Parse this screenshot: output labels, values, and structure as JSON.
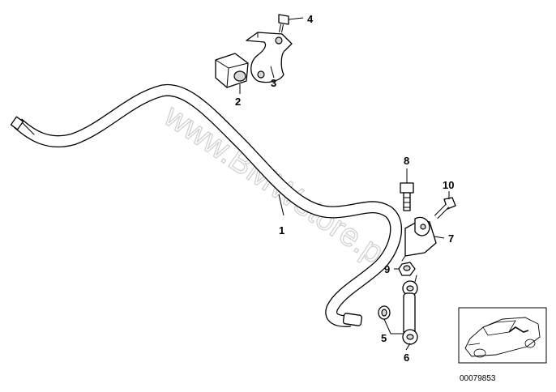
{
  "watermark": "www.BMWstore.pl",
  "diagram_number": "00079853",
  "callouts": [
    {
      "id": "callout-1",
      "label": "1"
    },
    {
      "id": "callout-2",
      "label": "2"
    },
    {
      "id": "callout-3",
      "label": "3"
    },
    {
      "id": "callout-4",
      "label": "4"
    },
    {
      "id": "callout-5",
      "label": "5"
    },
    {
      "id": "callout-6",
      "label": "6"
    },
    {
      "id": "callout-7",
      "label": "7"
    },
    {
      "id": "callout-8",
      "label": "8"
    },
    {
      "id": "callout-9",
      "label": "9"
    },
    {
      "id": "callout-10",
      "label": "10"
    }
  ],
  "icons": {
    "stabilizer_bar": "stabilizer-bar-icon",
    "rubber_mount": "rubber-mount-icon",
    "clamp": "clamp-icon",
    "screw": "screw-icon",
    "bushing": "bushing-icon",
    "link": "link-icon",
    "bracket": "bracket-icon",
    "nut": "nut-icon",
    "car_thumbnail": "car-thumbnail-icon"
  }
}
